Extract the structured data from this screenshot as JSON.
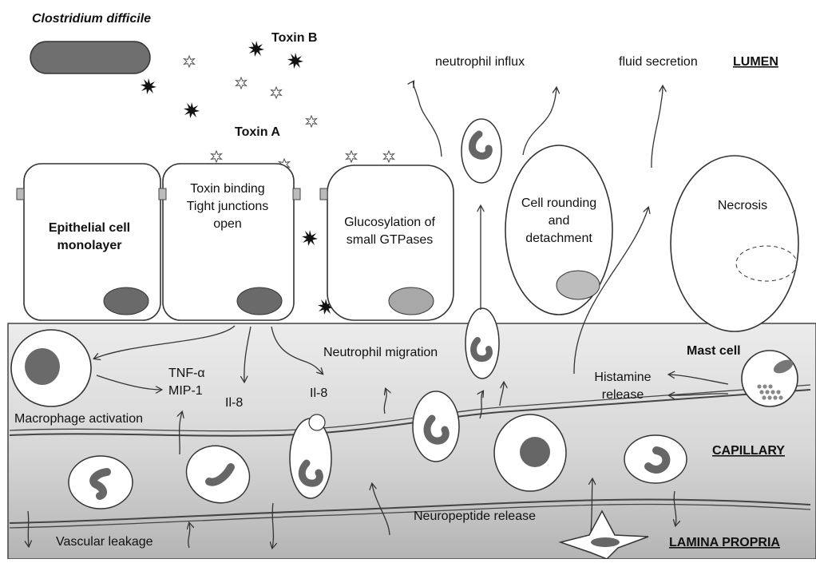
{
  "labels": {
    "organism": "Clostridium difficile",
    "toxin_b": "Toxin B",
    "toxin_a": "Toxin A",
    "neutrophil_influx": "neutrophil influx",
    "fluid_secretion": "fluid secretion",
    "lumen": "LUMEN",
    "epithelial_line1": "Epithelial cell",
    "epithelial_line2": "monolayer",
    "toxin_binding_line1": "Toxin binding",
    "toxin_binding_line2": "Tight junctions",
    "toxin_binding_line3": "open",
    "glucosylation_line1": "Glucosylation of",
    "glucosylation_line2": "small GTPases",
    "rounding_line1": "Cell rounding",
    "rounding_line2": "and",
    "rounding_line3": "detachment",
    "necrosis": "Necrosis",
    "neutrophil_migration": "Neutrophil migration",
    "mast_cell": "Mast cell",
    "histamine_line1": "Histamine",
    "histamine_line2": "release",
    "tnf": "TNF-α",
    "mip": "MIP-1",
    "il8_left": "Il-8",
    "il8_right": "Il-8",
    "macrophage_activation": "Macrophage activation",
    "capillary": "CAPILLARY",
    "neuropeptide_release": "Neuropeptide release",
    "vascular_leakage": "Vascular leakage",
    "lamina_propria": "LAMINA PROPRIA"
  },
  "colors": {
    "bacterium": "#6f6f6f",
    "nucleus_dark": "#6a6a6a",
    "nucleus_light": "#a8a8a8",
    "tissue_top": "#e6e6e6",
    "tissue_bottom": "#b9b9b9",
    "outline": "#333333"
  }
}
